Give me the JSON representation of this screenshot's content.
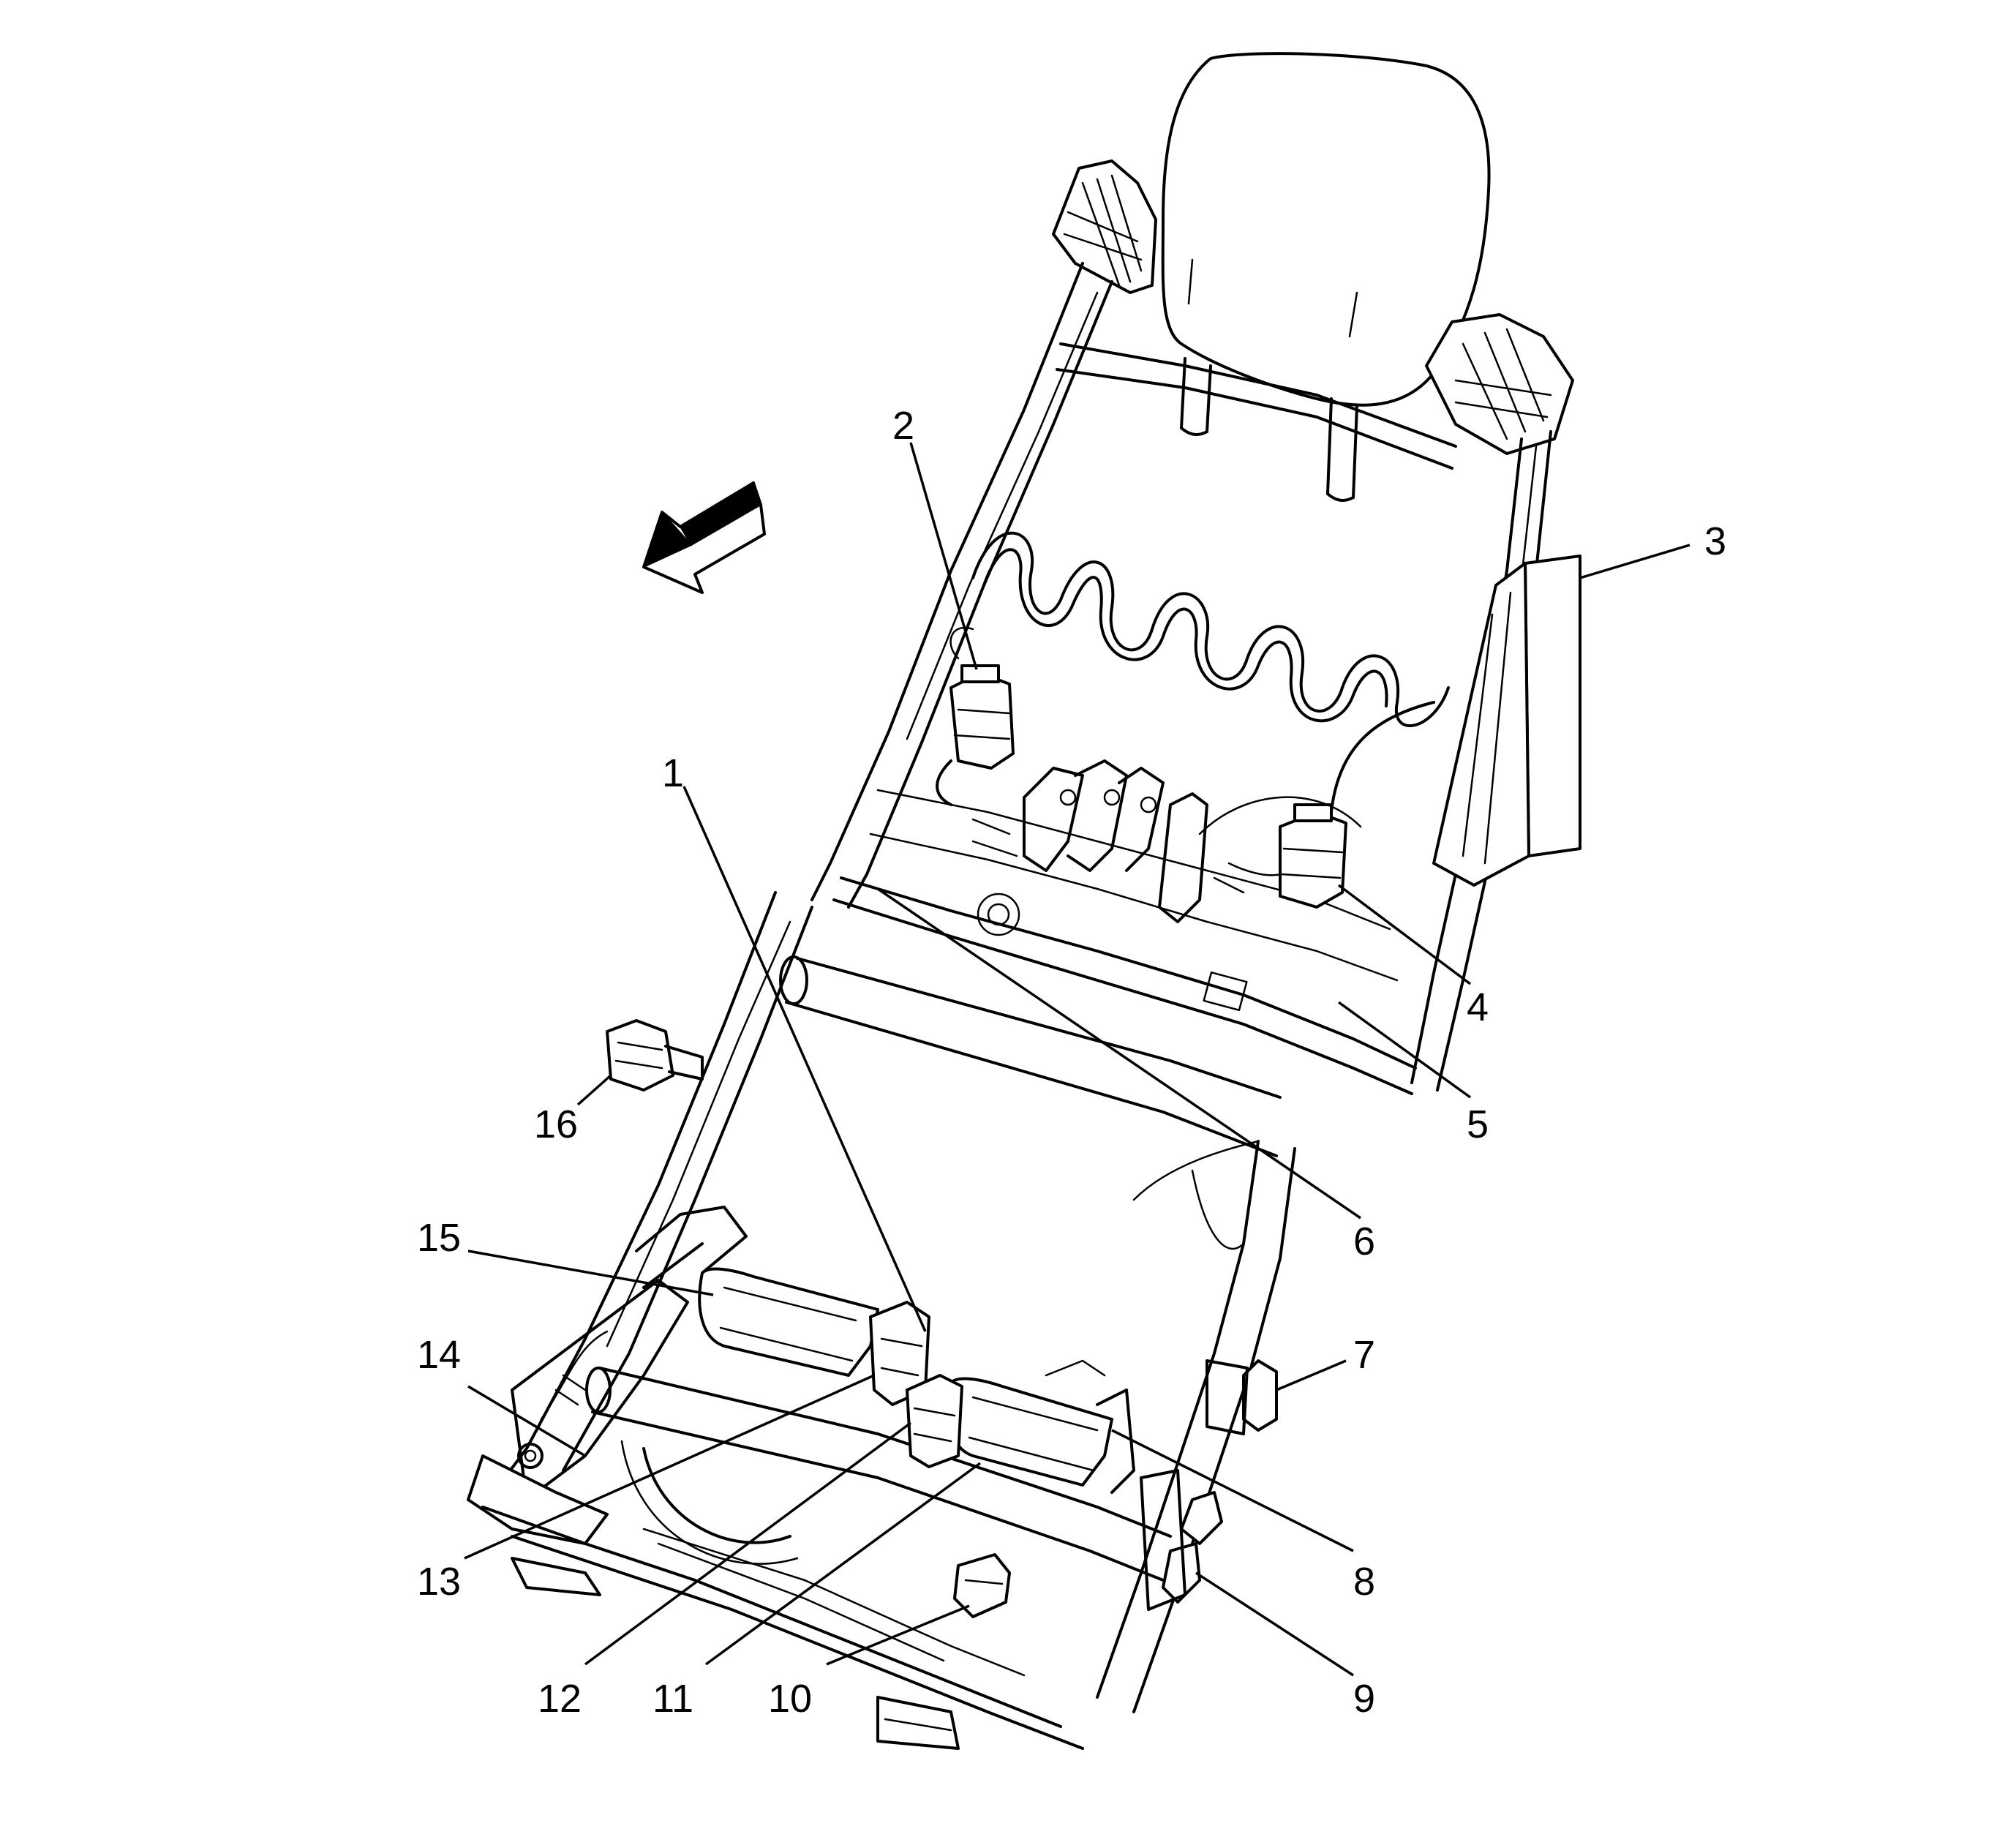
{
  "diagram": {
    "subject": "seat-frame-exploded-view",
    "direction_arrow": "front-arrow-icon",
    "callouts": [
      "1",
      "2",
      "3",
      "4",
      "5",
      "6",
      "7",
      "8",
      "9",
      "10",
      "11",
      "12",
      "13",
      "14",
      "15",
      "16"
    ]
  }
}
